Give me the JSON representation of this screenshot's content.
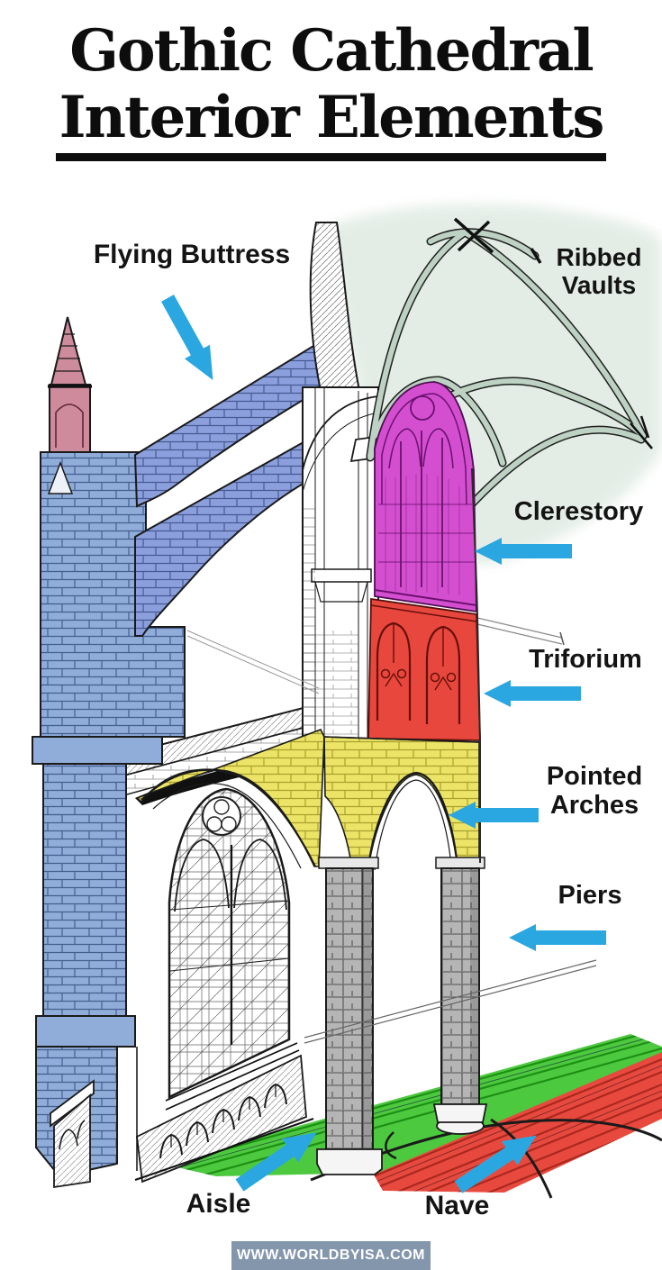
{
  "title": {
    "line1": "Gothic Cathedral",
    "line2": "Interior Elements"
  },
  "watermark": {
    "text": "WWW.WORLDBYISA.COM"
  },
  "diagram": {
    "type": "annotated-illustration",
    "subject": "Cutaway cross-section of a Gothic cathedral with color-highlighted interior elements",
    "parts": [
      {
        "name": "Flying Buttress",
        "label_lines": [
          "Flying Buttress"
        ],
        "highlight_color": "#8c9fdd",
        "arrow_direction": "down-right"
      },
      {
        "name": "Ribbed Vaults",
        "label_lines": [
          "Ribbed",
          "Vaults"
        ],
        "highlight_color": "#bdd2c3",
        "arrow_direction": "none"
      },
      {
        "name": "Clerestory",
        "label_lines": [
          "Clerestory"
        ],
        "highlight_color": "#d44fd0",
        "arrow_direction": "left"
      },
      {
        "name": "Triforium",
        "label_lines": [
          "Triforium"
        ],
        "highlight_color": "#e8473d",
        "arrow_direction": "left"
      },
      {
        "name": "Pointed Arches",
        "label_lines": [
          "Pointed",
          "Arches"
        ],
        "highlight_color": "#ebe466",
        "arrow_direction": "left"
      },
      {
        "name": "Piers",
        "label_lines": [
          "Piers"
        ],
        "highlight_color": "#b5b5b5",
        "arrow_direction": "left"
      },
      {
        "name": "Aisle",
        "label_lines": [
          "Aisle"
        ],
        "highlight_color": "#4dc93f",
        "arrow_direction": "up-right"
      },
      {
        "name": "Nave",
        "label_lines": [
          "Nave"
        ],
        "highlight_color": "#e8493e",
        "arrow_direction": "up-right"
      }
    ]
  },
  "colors": {
    "page_bg": "#ffffff",
    "title_color": "#0d0d0d",
    "label_color": "#141414",
    "arrow_blue": "#2aa7e0",
    "tower_blue": "#8fadd8",
    "flyer_blue": "#8c9fdd",
    "brick_line": "#2c4276",
    "spire_pink": "#cd8b9c",
    "vault_wash": "#dde9e0",
    "rib_green": "#bdd2c3",
    "clerestory_magenta": "#d44fd0",
    "clerestory_line": "#6b1170",
    "triforium_red": "#e8473d",
    "triforium_line": "#66100a",
    "arch_yellow": "#ebe466",
    "ybrick_line": "#948a1d",
    "pier_gray": "#b5b5b5",
    "pier_gray_dark": "#9a9a9a",
    "floor_green": "#4dc93f",
    "floor_green_line": "#1d8f14",
    "floor_red": "#e8493e",
    "floor_red_line": "#aa281e",
    "watermark_bg": "#8496ac",
    "watermark_text": "#ffffff"
  }
}
